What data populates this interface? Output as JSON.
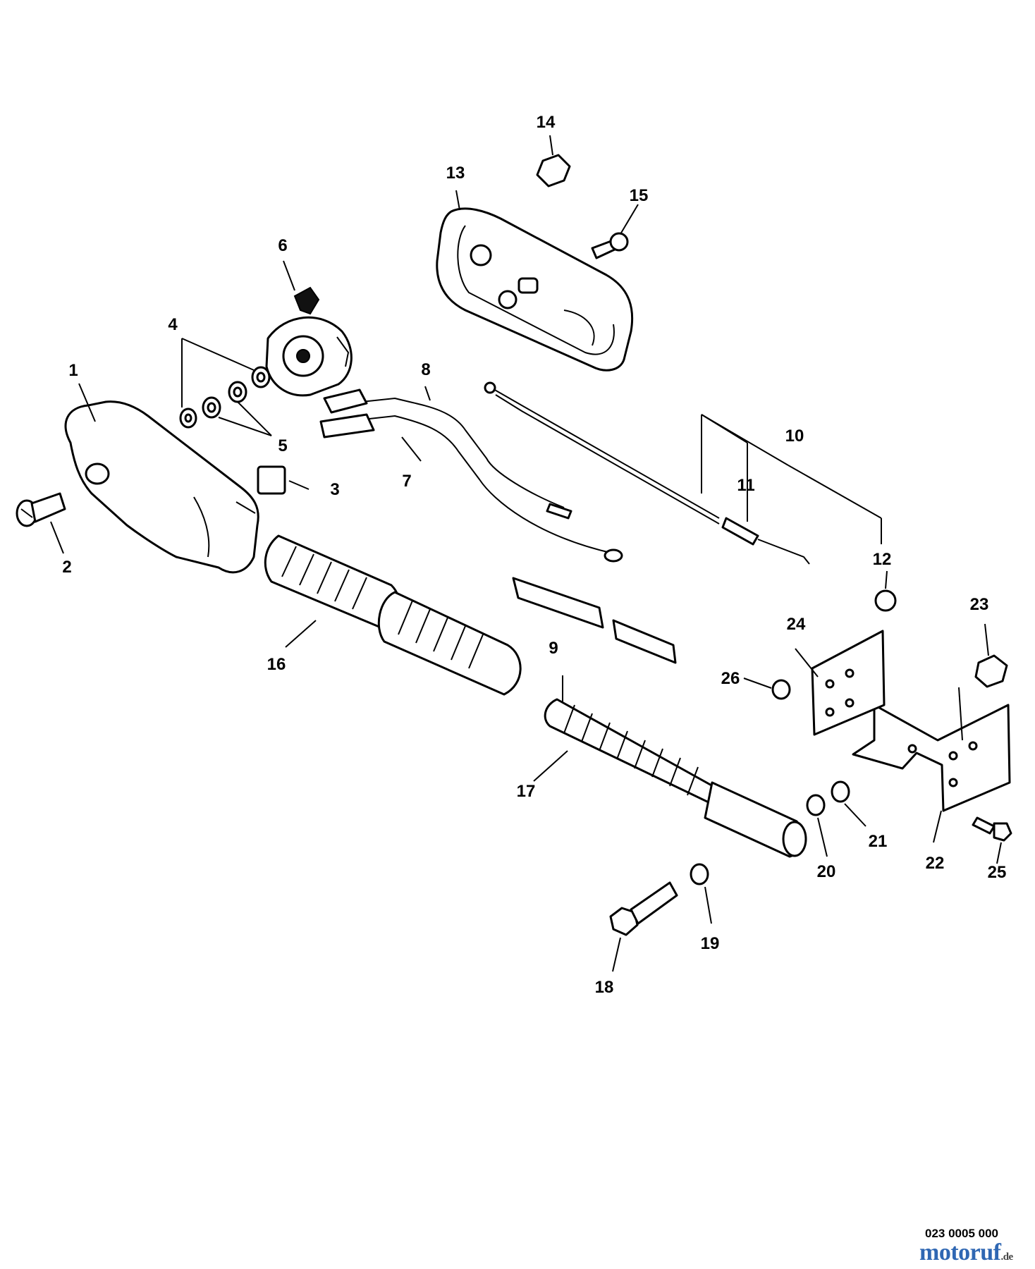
{
  "labels": {
    "1": "1",
    "2": "2",
    "3": "3",
    "4": "4",
    "5": "5",
    "6": "6",
    "7": "7",
    "8": "8",
    "9": "9",
    "10": "10",
    "11": "11",
    "12": "12",
    "13": "13",
    "14": "14",
    "15": "15",
    "16": "16",
    "17": "17",
    "18": "18",
    "19": "19",
    "20": "20",
    "21": "21",
    "22": "22",
    "23": "23",
    "24": "24",
    "25": "25",
    "26": "26"
  },
  "drawing_number": "023 0005 000",
  "watermark": {
    "name": "motoruf",
    "tld": ".de"
  }
}
